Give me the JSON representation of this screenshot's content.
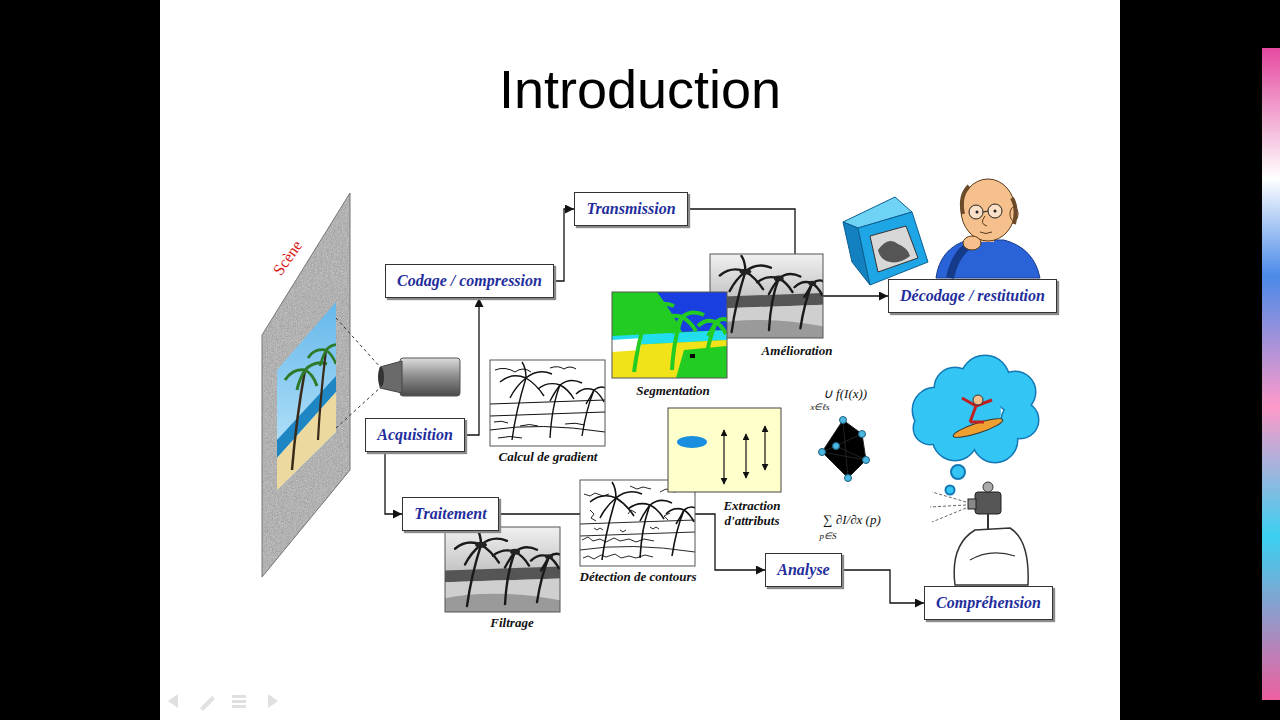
{
  "diagram": {
    "title": "Introduction",
    "nodes": [
      {
        "text": [
          "Acquisition"
        ]
      },
      {
        "text": [
          "Codage / compression"
        ]
      },
      {
        "text": [
          "Transmission"
        ]
      },
      {
        "text": [
          "Décodage / restitution"
        ]
      },
      {
        "text": [
          "Traitement"
        ]
      },
      {
        "text": [
          "Analyse"
        ]
      },
      {
        "text": [
          "Compréhension"
        ]
      }
    ],
    "edges": [
      {
        "from": 0,
        "to": 1,
        "arrow": "to"
      },
      {
        "from": 1,
        "to": 2,
        "arrow": "to"
      },
      {
        "from": 2,
        "to": 3,
        "arrow": "to"
      },
      {
        "from": 0,
        "to": 4,
        "arrow": "to"
      },
      {
        "from": 4,
        "to": 5,
        "arrow": "to"
      },
      {
        "from": 5,
        "to": 6,
        "arrow": "to"
      }
    ],
    "labels": [
      "Scène",
      "Amélioration",
      "Segmentation",
      "Calcul de gradient",
      "Extraction d'attributs",
      "Filtrage",
      "Détection de contours",
      "∪ f(I(x))",
      "x∈ℓs",
      "∑ ∂I/∂x (p)",
      "p∈S"
    ]
  }
}
